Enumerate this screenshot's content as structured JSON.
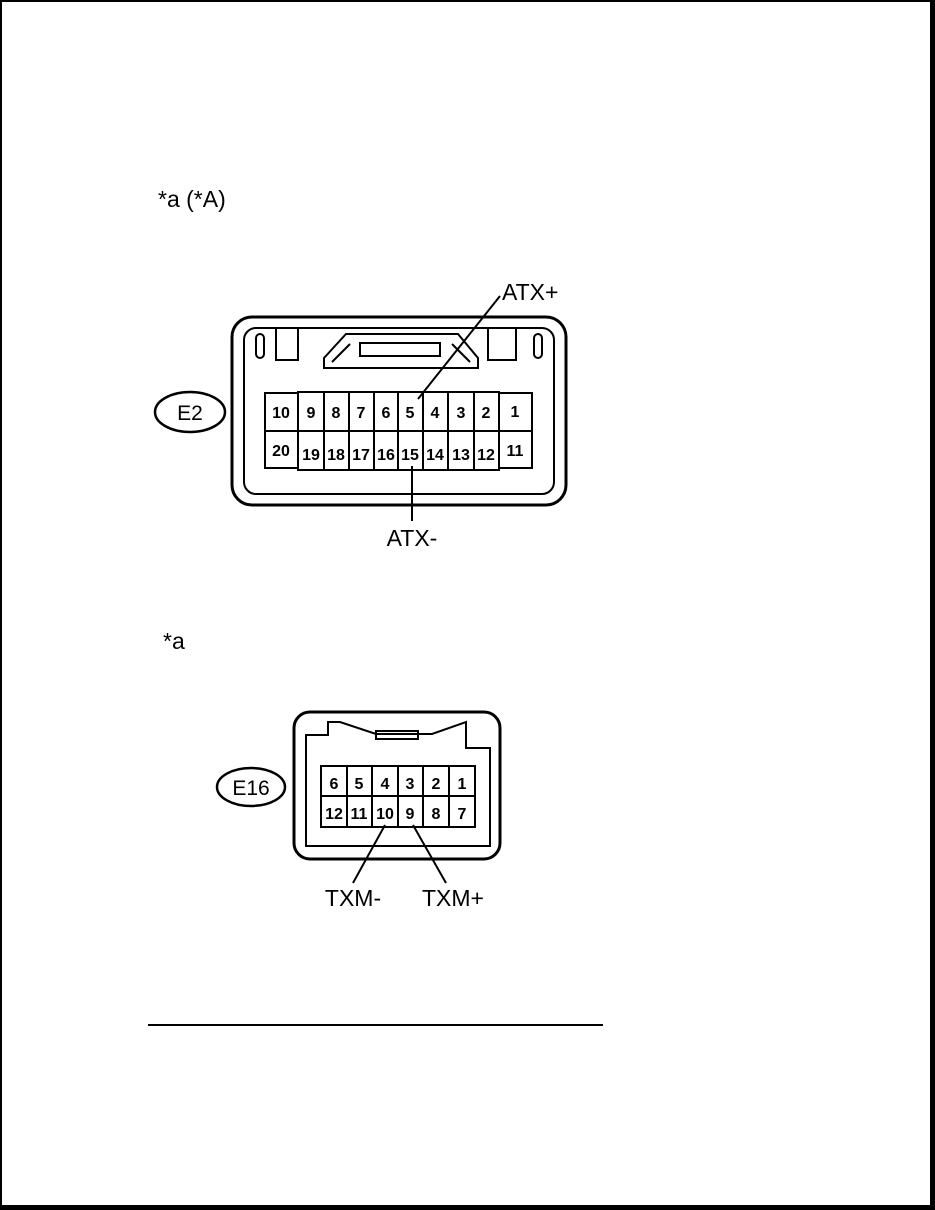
{
  "callouts": {
    "first": "*a (*A)",
    "second": "*a"
  },
  "connector_e2": {
    "tag": "E2",
    "top_row": [
      "10",
      "9",
      "8",
      "7",
      "6",
      "5",
      "4",
      "3",
      "2",
      "1"
    ],
    "bottom_row": [
      "20",
      "19",
      "18",
      "17",
      "16",
      "15",
      "14",
      "13",
      "12",
      "11"
    ],
    "signals": {
      "plus": "ATX+",
      "minus": "ATX-"
    }
  },
  "connector_e16": {
    "tag": "E16",
    "top_row": [
      "6",
      "5",
      "4",
      "3",
      "2",
      "1"
    ],
    "bottom_row": [
      "12",
      "11",
      "10",
      "9",
      "8",
      "7"
    ],
    "signals": {
      "minus": "TXM-",
      "plus": "TXM+"
    }
  }
}
